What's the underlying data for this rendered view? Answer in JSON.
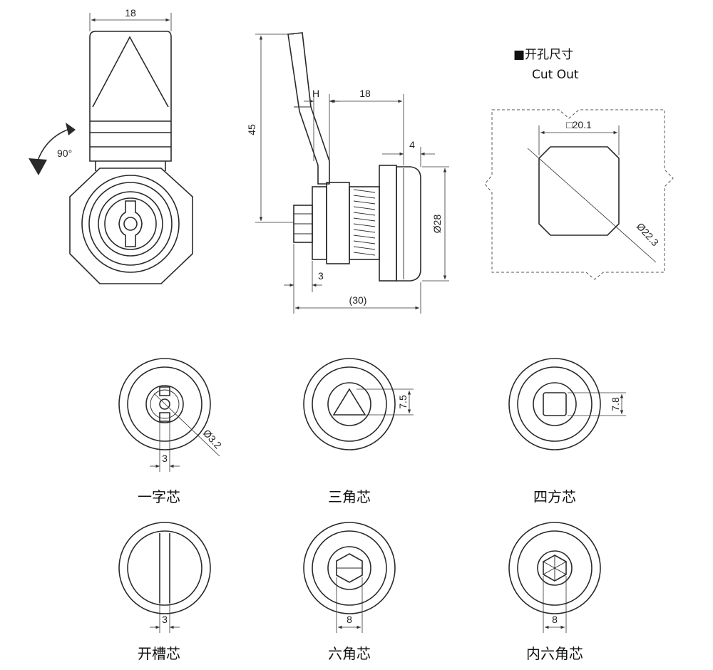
{
  "front_view": {
    "width_dim": "18",
    "rotation": "90°"
  },
  "side_view": {
    "height_dim": "45",
    "h_label": "H",
    "body_dim": "18",
    "flange_dim": "4",
    "diameter_dim": "Ø28",
    "pitch_dim": "3",
    "total_dim": "(30)"
  },
  "cut_out": {
    "title_cn": "■开孔尺寸",
    "title_en": "Cut Out",
    "square_dim": "□20.1",
    "diag_dim": "Ø22.3"
  },
  "core_types": [
    {
      "label": "一字芯",
      "dim": "3",
      "extra_dim": "Ø3.2"
    },
    {
      "label": "三角芯",
      "dim": "7.5"
    },
    {
      "label": "四方芯",
      "dim": "7.8"
    },
    {
      "label": "开槽芯",
      "dim": "3"
    },
    {
      "label": "六角芯",
      "dim": "8"
    },
    {
      "label": "内六角芯",
      "dim": "8"
    }
  ]
}
